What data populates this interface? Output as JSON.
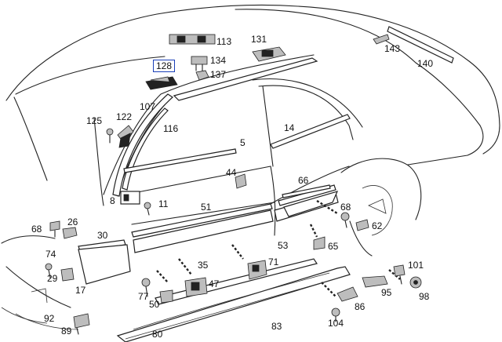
{
  "diagram": {
    "highlight_color": "#1a3fb8",
    "callouts": [
      {
        "id": "113",
        "text": "113"
      },
      {
        "id": "131",
        "text": "131"
      },
      {
        "id": "143",
        "text": "143"
      },
      {
        "id": "140",
        "text": "140"
      },
      {
        "id": "128",
        "text": "128",
        "highlighted": true
      },
      {
        "id": "134",
        "text": "134"
      },
      {
        "id": "137",
        "text": "137"
      },
      {
        "id": "107",
        "text": "107"
      },
      {
        "id": "122",
        "text": "122"
      },
      {
        "id": "125",
        "text": "125"
      },
      {
        "id": "116",
        "text": "116"
      },
      {
        "id": "14",
        "text": "14"
      },
      {
        "id": "5",
        "text": "5"
      },
      {
        "id": "44",
        "text": "44"
      },
      {
        "id": "66",
        "text": "66"
      },
      {
        "id": "8",
        "text": "8"
      },
      {
        "id": "11",
        "text": "11"
      },
      {
        "id": "51",
        "text": "51"
      },
      {
        "id": "68a",
        "text": "68"
      },
      {
        "id": "26",
        "text": "26"
      },
      {
        "id": "68b",
        "text": "68"
      },
      {
        "id": "62",
        "text": "62"
      },
      {
        "id": "30",
        "text": "30"
      },
      {
        "id": "53",
        "text": "53"
      },
      {
        "id": "65",
        "text": "65"
      },
      {
        "id": "74",
        "text": "74"
      },
      {
        "id": "29",
        "text": "29"
      },
      {
        "id": "35",
        "text": "35"
      },
      {
        "id": "71",
        "text": "71"
      },
      {
        "id": "101",
        "text": "101"
      },
      {
        "id": "17",
        "text": "17"
      },
      {
        "id": "77",
        "text": "77"
      },
      {
        "id": "47",
        "text": "47"
      },
      {
        "id": "95",
        "text": "95"
      },
      {
        "id": "98",
        "text": "98"
      },
      {
        "id": "50",
        "text": "50"
      },
      {
        "id": "86",
        "text": "86"
      },
      {
        "id": "92",
        "text": "92"
      },
      {
        "id": "89",
        "text": "89"
      },
      {
        "id": "83",
        "text": "83"
      },
      {
        "id": "104",
        "text": "104"
      },
      {
        "id": "80",
        "text": "80"
      }
    ]
  }
}
